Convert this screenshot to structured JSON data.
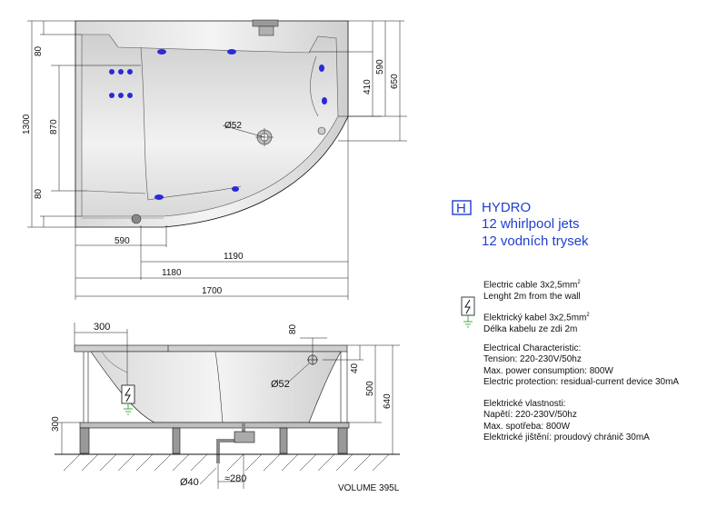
{
  "top_view": {
    "dim_top_80": "80",
    "dim_bottom_80": "80",
    "dim_1300": "1300",
    "dim_870": "870",
    "dim_590_right": "590",
    "dim_410": "410",
    "dim_650": "650",
    "drain_label": "Ø52",
    "dim_590_bottom": "590",
    "dim_1190": "1190",
    "dim_1180": "1180",
    "dim_1700": "1700"
  },
  "legend": {
    "badge": "H",
    "line1": "HYDRO",
    "line2": "12 whirlpool jets",
    "line3": "12 vodních trysek"
  },
  "electric_en": {
    "cable": "Electric cable 3x2,5mm",
    "cable_sup": "2",
    "length": "Lenght 2m from the wall"
  },
  "electric_cz": {
    "cable": "Elektrický kabel 3x2,5mm",
    "cable_sup": "2",
    "length": "Délka kabelu ze zdi 2m"
  },
  "characteristics_en": {
    "title": "Electrical Characteristic:",
    "tension": "Tension: 220-230V/50hz",
    "power": "Max. power consumption: 800W",
    "protection": "Electric protection: residual-current device 30mA"
  },
  "characteristics_cz": {
    "title": "Elektrické vlastnosti:",
    "tension": "Napětí: 220-230V/50hz",
    "power": "Max. spotřeba: 800W",
    "protection": "Elektrické jištění: proudový chránič 30mA"
  },
  "side_view": {
    "dim_300_top": "300",
    "dim_80": "80",
    "dim_40": "40",
    "dim_500": "500",
    "dim_640": "640",
    "dim_300_left": "300",
    "drain_label": "Ø52",
    "pipe_label": "Ø40",
    "pipe_dist": "≈280",
    "volume": "VOLUME 395L"
  },
  "colors": {
    "jet": "#2a2ad8",
    "accent": "#1f3fd0",
    "line": "#111111"
  }
}
